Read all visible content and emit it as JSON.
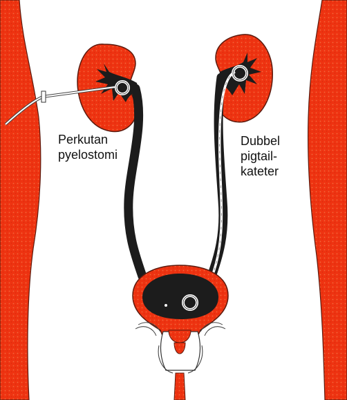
{
  "labels": {
    "left_line1": "Perkutan",
    "left_line2": "pyelostomi",
    "right_line1": "Dubbel",
    "right_line2": "pigtail-",
    "right_line3": "kateter"
  },
  "colors": {
    "tissue": "#ee3311",
    "tissue_light": "#f26a3d",
    "lumen": "#1c1c1c",
    "outline": "#5a1a0e",
    "background": "#ffffff",
    "tube": "#ffffff"
  },
  "icons": {
    "left_coil": "pigtail-coil-icon",
    "right_coil": "pigtail-coil-icon",
    "bladder_coil": "pigtail-coil-icon"
  }
}
